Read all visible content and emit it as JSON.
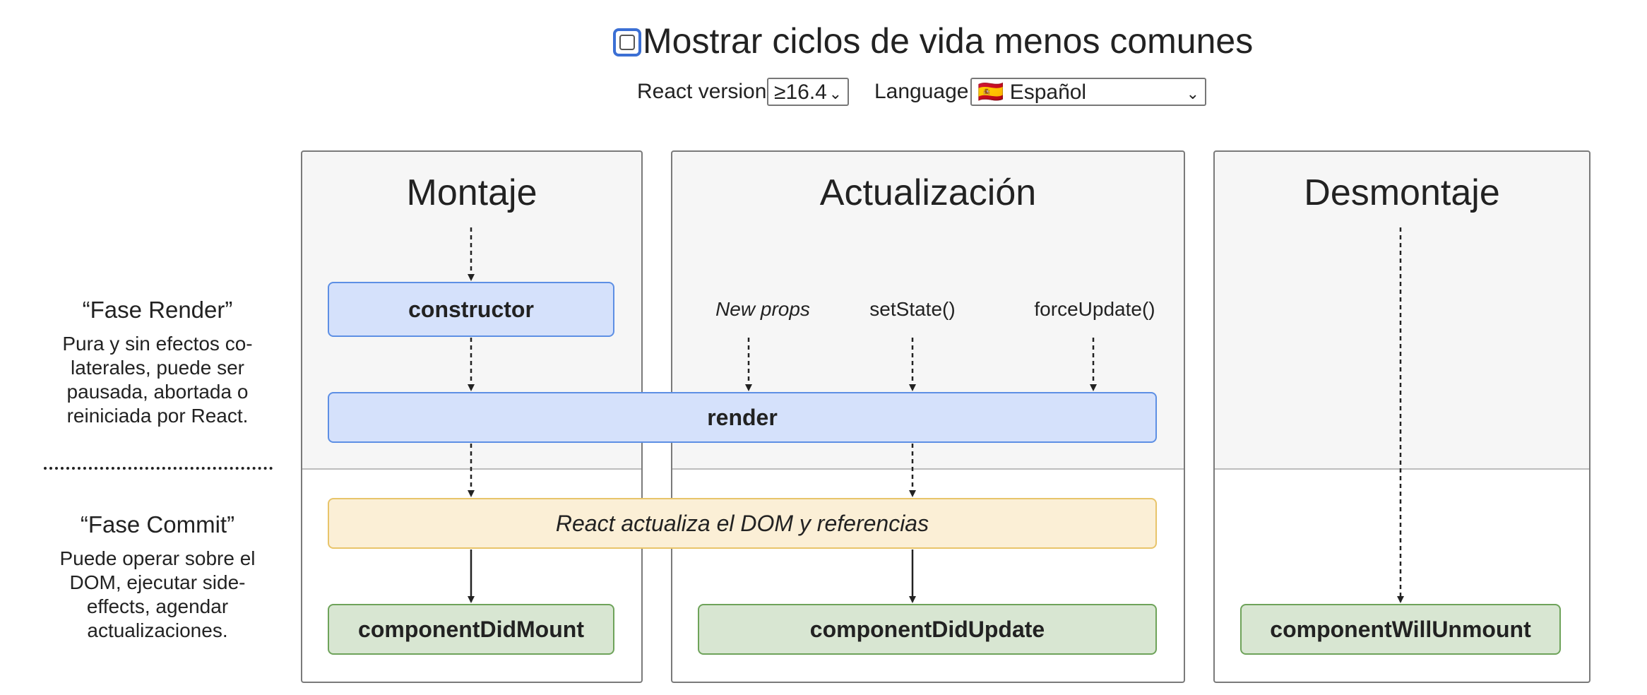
{
  "controls": {
    "toggle_label": "Mostrar ciclos de vida menos comunes",
    "toggle_checked": false,
    "react_version_label": "React version",
    "react_version_value": "≥16.4",
    "language_label": "Language",
    "language_value": "🇪🇸 Español"
  },
  "columns": {
    "mounting": "Montaje",
    "updating": "Actualización",
    "unmounting": "Desmontaje"
  },
  "phases": {
    "render_title": "“Fase Render”",
    "render_desc": "Pura y sin efectos co-laterales, puede ser pausada, abortada o reiniciada por React.",
    "commit_title": "“Fase Commit”",
    "commit_desc": "Puede operar sobre el DOM, ejecutar side-effects, agendar actualizaciones."
  },
  "triggers": {
    "new_props": "New props",
    "set_state": "setState()",
    "force_update": "forceUpdate()"
  },
  "nodes": {
    "constructor": "constructor",
    "render": "render",
    "dom_update": "React actualiza el DOM y referencias",
    "component_did_mount": "componentDidMount",
    "component_did_update": "componentDidUpdate",
    "component_will_unmount": "componentWillUnmount"
  },
  "colors": {
    "render_node_bg": "#d5e1fb",
    "render_node_border": "#5d8fe4",
    "commit_node_bg": "#d8e6d2",
    "commit_node_border": "#6ea35a",
    "dom_node_bg": "#fbefd6",
    "dom_node_border": "#e8c46a",
    "toggle_accent": "#3b6fd4"
  }
}
